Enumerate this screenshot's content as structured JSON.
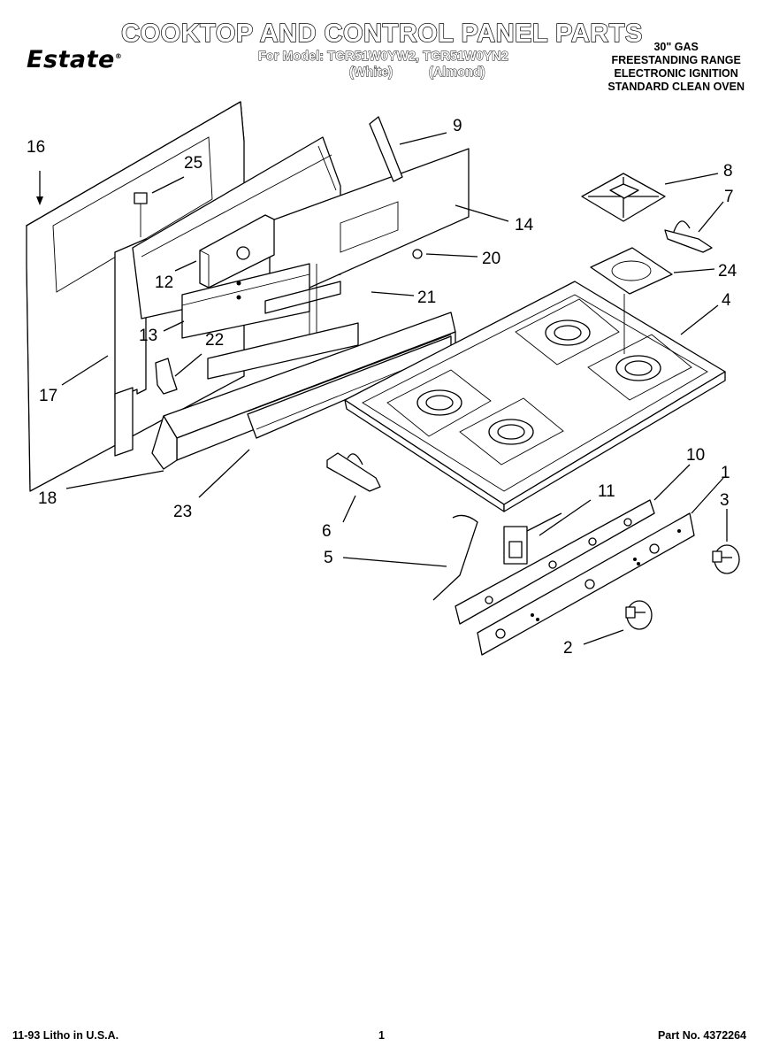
{
  "header": {
    "title": "COOKTOP AND CONTROL PANEL PARTS",
    "brand": "Estate",
    "brand_mark": "®",
    "model_line": "For Model: TGR51W0YW2, TGR51W0YN2",
    "variant_white": "(White)",
    "variant_almond": "(Almond)",
    "spec_lines": [
      "30\" GAS",
      "FREESTANDING RANGE",
      "ELECTRONIC IGNITION",
      "STANDARD CLEAN OVEN"
    ]
  },
  "callouts": {
    "c1": "1",
    "c2": "2",
    "c3": "3",
    "c4": "4",
    "c5": "5",
    "c6": "6",
    "c7": "7",
    "c8": "8",
    "c9": "9",
    "c10": "10",
    "c11": "11",
    "c12": "12",
    "c13": "13",
    "c14": "14",
    "c16": "16",
    "c17": "17",
    "c18": "18",
    "c20": "20",
    "c21": "21",
    "c22": "22",
    "c23": "23",
    "c24": "24",
    "c25": "25"
  },
  "footer": {
    "left": "11-93 Litho in U.S.A.",
    "center": "1",
    "right": "Part No. 4372264"
  }
}
